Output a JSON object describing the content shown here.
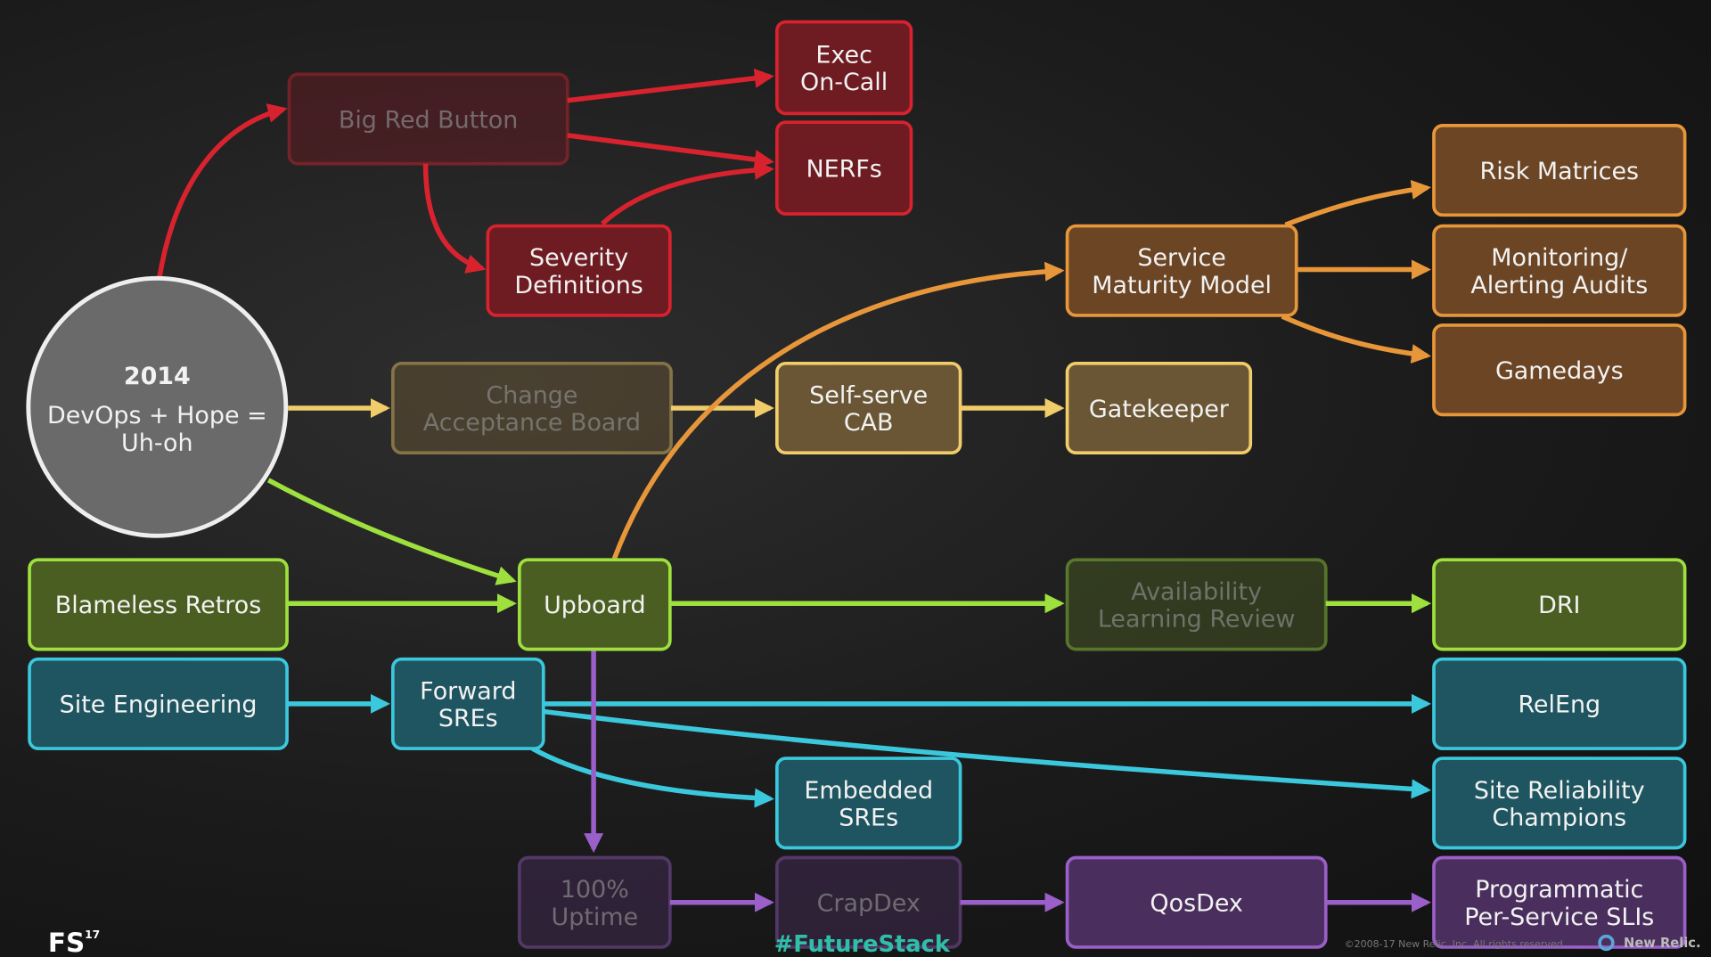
{
  "colors": {
    "red": "#d8232f",
    "orange": "#e8963a",
    "tan": "#f0cc6a",
    "green": "#9ee03e",
    "teal": "#3cc8dc",
    "purple": "#9a5fc8"
  },
  "origin": {
    "year": "2014",
    "line1": "DevOps + Hope =",
    "line2": "Uh-oh"
  },
  "nodes": {
    "big_red_button": [
      "Big Red Button"
    ],
    "exec_oncall": [
      "Exec",
      "On-Call"
    ],
    "nerfs": [
      "NERFs"
    ],
    "severity": [
      "Severity",
      "Definitions"
    ],
    "cab": [
      "Change",
      "Acceptance Board"
    ],
    "self_serve": [
      "Self-serve",
      "CAB"
    ],
    "gatekeeper": [
      "Gatekeeper"
    ],
    "smm": [
      "Service",
      "Maturity Model"
    ],
    "risk": [
      "Risk Matrices"
    ],
    "monitoring": [
      "Monitoring/",
      "Alerting Audits"
    ],
    "gamedays": [
      "Gamedays"
    ],
    "blameless": [
      "Blameless Retros"
    ],
    "upboard": [
      "Upboard"
    ],
    "alr": [
      "Availability",
      "Learning Review"
    ],
    "dri": [
      "DRI"
    ],
    "site_eng": [
      "Site Engineering"
    ],
    "forward": [
      "Forward",
      "SREs"
    ],
    "embedded": [
      "Embedded",
      "SREs"
    ],
    "releng": [
      "RelEng"
    ],
    "src": [
      "Site Reliability",
      "Champions"
    ],
    "uptime": [
      "100%",
      "Uptime"
    ],
    "crapdex": [
      "CrapDex"
    ],
    "qosdex": [
      "QosDex"
    ],
    "psli": [
      "Programmatic",
      "Per-Service SLIs"
    ]
  },
  "footer": {
    "logo": "FS",
    "logo_sup": "17",
    "hashtag": "#FutureStack",
    "copyright": "©2008-17 New Relic, Inc. All rights reserved",
    "brand": "New Relic."
  }
}
